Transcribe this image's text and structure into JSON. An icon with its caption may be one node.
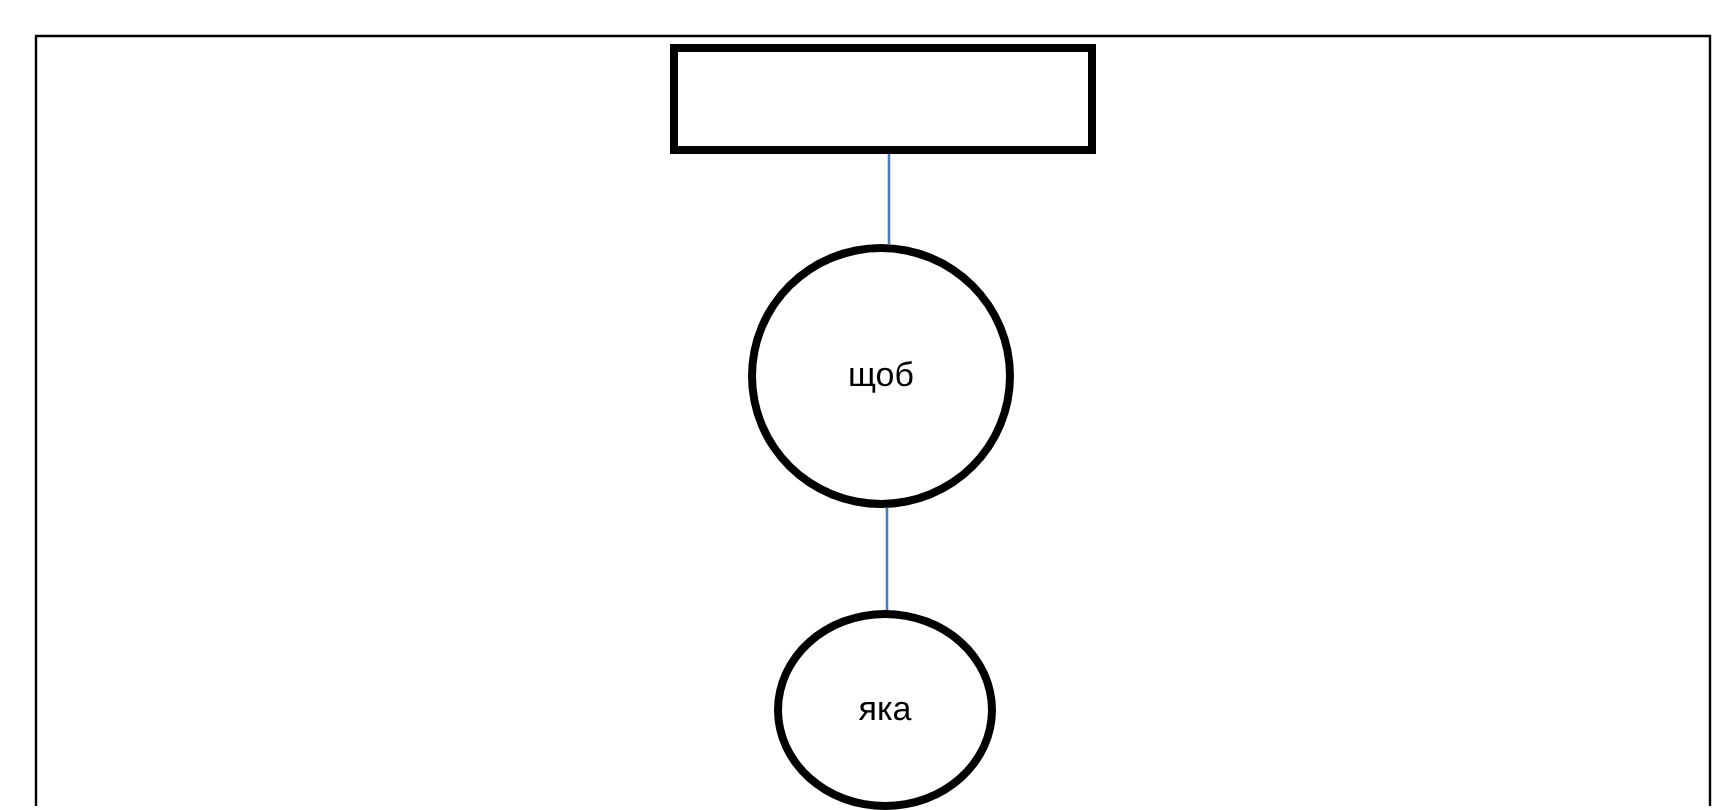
{
  "diagram": {
    "nodes": [
      {
        "text": [],
        "shape": "box"
      },
      {
        "text": [
          "щоб"
        ]
      },
      {
        "text": [
          "яка"
        ]
      }
    ],
    "edges": [
      {
        "from": 0,
        "to": 1,
        "arrow": "none"
      },
      {
        "from": 1,
        "to": 2,
        "arrow": "none"
      }
    ]
  }
}
